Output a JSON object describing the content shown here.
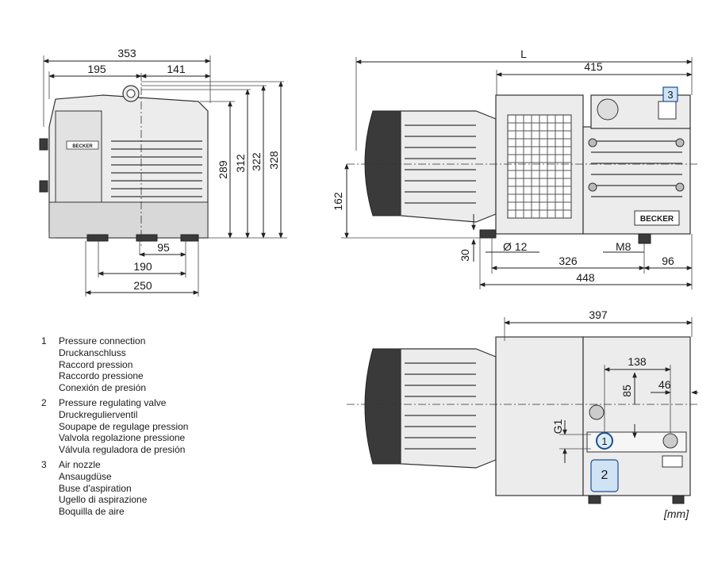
{
  "dimensions": {
    "d353": "353",
    "d195": "195",
    "d141": "141",
    "d289": "289",
    "d312": "312",
    "d322": "322",
    "d328": "328",
    "d95": "95",
    "d190": "190",
    "d250": "250",
    "dL": "L",
    "d415": "415",
    "d162": "162",
    "d30": "30",
    "d12": "Ø 12",
    "dM8": "M8",
    "d326": "326",
    "d96": "96",
    "d448": "448",
    "d397": "397",
    "d138": "138",
    "d85": "85",
    "d46": "46",
    "dG1": "G1"
  },
  "brand": "BECKER",
  "callouts": {
    "c1": "1",
    "c2": "2",
    "c3": "3"
  },
  "legend": [
    {
      "number": "1",
      "lines": [
        "Pressure connection",
        "Druckanschluss",
        "Raccord pression",
        "Raccordo pressione",
        "Conexión de presión"
      ]
    },
    {
      "number": "2",
      "lines": [
        "Pressure regulating valve",
        "Druckregulierventil",
        "Soupape de regulage pression",
        "Valvola regolazione pressione",
        "Válvula reguladora de presión"
      ]
    },
    {
      "number": "3",
      "lines": [
        "Air nozzle",
        "Ansaugdüse",
        "Buse d'aspiration",
        "Ugello di aspirazione",
        "Boquilla de aire"
      ]
    }
  ],
  "unit": "[mm]"
}
